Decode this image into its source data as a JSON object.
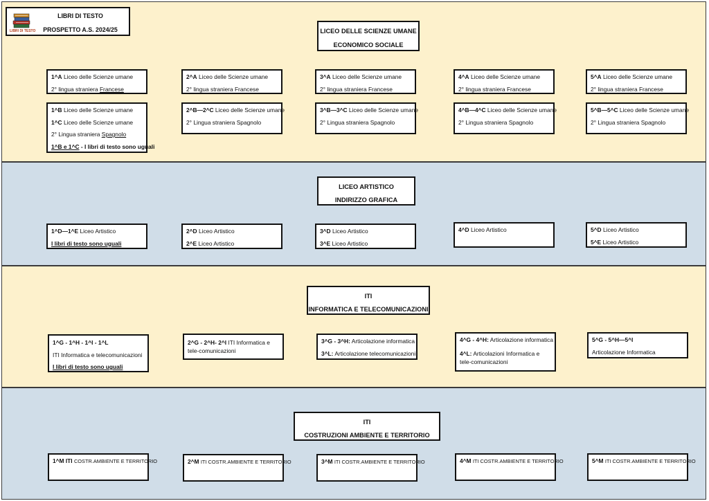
{
  "header": {
    "line1": "LIBRI DI TESTO",
    "line2": "PROSPETTO A.S. 2024/25",
    "logo_text": "LIBRI DI TESTO"
  },
  "liceo_su": {
    "title1": "LICEO DELLE SCIENZE UMANE",
    "title2": "ECONOMICO SOCIALE",
    "row1": [
      {
        "code": "1^A",
        "text": "Liceo delle Scienze umane",
        "lang_prefix": "2° lingua straniera ",
        "lang": "Francese"
      },
      {
        "code": "2^A",
        "text": "Liceo delle Scienze umane",
        "lang_prefix": "2° lingua straniera ",
        "lang": "Francese"
      },
      {
        "code": "3^A",
        "text": "Liceo delle Scienze umane",
        "lang_prefix": "2° lingua straniera ",
        "lang": "Francese"
      },
      {
        "code": "4^A",
        "text": "Liceo delle Scienze umane",
        "lang_prefix": "2° lingua straniera ",
        "lang": "Francese"
      },
      {
        "code": "5^A",
        "text": "Liceo delle Scienze umane",
        "lang_prefix": "2° lingua straniera ",
        "lang": "Francese"
      }
    ],
    "row2_first": {
      "code_b": "1^B",
      "text_b": "Liceo delle Scienze umane",
      "code_c": "1^C",
      "text_c": "Liceo delle Scienze umane",
      "lang_prefix": "2° Lingua straniera ",
      "lang": "Spagnolo",
      "note_code": "1^B e 1^C",
      "note_text": " - I libri di testo sono uguali"
    },
    "row2": [
      {
        "code": "2^B—2^C",
        "text": "Liceo delle Scienze umane",
        "lang": " 2° Lingua straniera Spagnolo"
      },
      {
        "code": "3^B—3^C",
        "text": "Liceo delle Scienze umane",
        "lang": " 2° Lingua straniera Spagnolo"
      },
      {
        "code": "4^B—4^C",
        "text": "Liceo delle Scienze umane",
        "lang": " 2° Lingua straniera Spagnolo"
      },
      {
        "code": "5^B—5^C",
        "text": "Liceo delle Scienze umane",
        "lang": " 2° Lingua straniera Spagnolo"
      }
    ]
  },
  "liceo_art": {
    "title1": "LICEO ARTISTICO",
    "title2": "INDIRIZZO GRAFICA",
    "boxes": [
      {
        "code1": "1^D—1^E",
        "text1": "Liceo Artistico",
        "note": "I libri di testo sono uguali"
      },
      {
        "code1": "2^D",
        "text1": "Liceo Artistico",
        "code2": "2^E",
        "text2": "Liceo Artistico"
      },
      {
        "code1": "3^D",
        "text1": "Liceo Artistico",
        "code2": "3^E",
        "text2": "Liceo Artistico"
      },
      {
        "code1": "4^D",
        "text1": "Liceo Artistico"
      },
      {
        "code1": "5^D",
        "text1": "Liceo Artistico",
        "code2": "5^E",
        "text2": "Liceo Artistico"
      }
    ]
  },
  "iti_inf": {
    "title1": "ITI",
    "title2": "INFORMATICA E TELECOMUNICAZIONI",
    "box1": {
      "code": "1^G  - 1^H - 1^I - 1^L",
      "text": "ITI Informatica e  telecomunicazioni",
      "note": "I libri di testo sono uguali"
    },
    "box2": {
      "code": "2^G  - 2^H- 2^I",
      "text": "ITI Informatica e  tele-comunicazioni"
    },
    "box3": {
      "code1": "3^G  - 3^H:",
      "text1": "Articolazione informatica",
      "code2": "3^L:",
      "text2": "Articolazione telecomunicazioni"
    },
    "box4": {
      "code1": "4^G  - 4^H:",
      "text1": "Articolazione informatica",
      "code2": "4^L:",
      "text2": "Articolazioni Informatica e  tele-comunicazioni"
    },
    "box5": {
      "code": "5^G - 5^H—5^I",
      "text": "Articolazione Informatica"
    }
  },
  "iti_cat": {
    "title1": "ITI",
    "title2": "COSTRUZIONI AMBIENTE E TERRITORIO",
    "boxes": [
      {
        "code": "1^M ITI",
        "text": "COSTR.AMBIENTE E TERRITORIO"
      },
      {
        "code": "2^M",
        "text": "ITI COSTR.AMBIENTE E TERRITORIO"
      },
      {
        "code": "3^M",
        "text": "ITI COSTR.AMBIENTE E TERRITORIO"
      },
      {
        "code": "4^M",
        "text": "ITI COSTR.AMBIENTE E TERRITORIO"
      },
      {
        "code": "5^M",
        "text": "ITI COSTR.AMBIENTE E TERRITORIO"
      }
    ]
  },
  "colors": {
    "yellow_band": "#fdf1cc",
    "blue_band": "#d0dde8",
    "border": "#111111"
  }
}
